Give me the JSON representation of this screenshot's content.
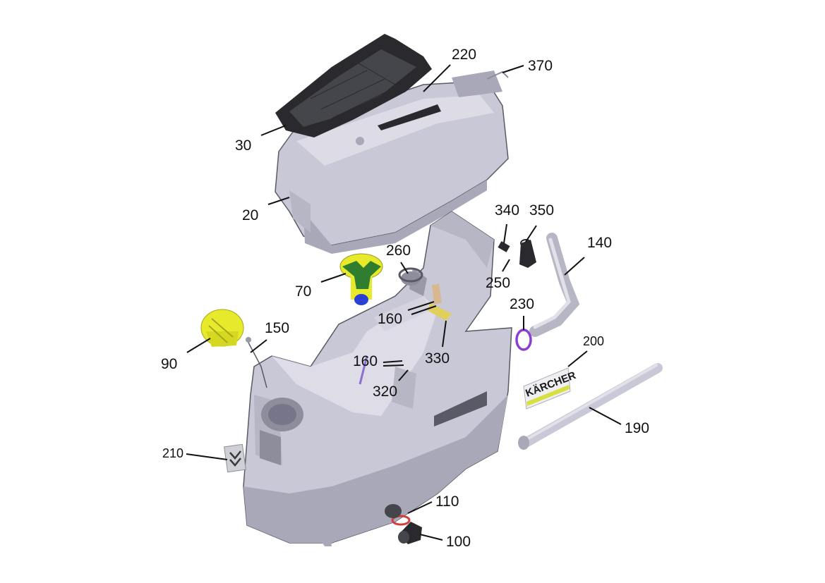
{
  "callouts": {
    "c220": "220",
    "c370": "370",
    "c30": "30",
    "c20": "20",
    "c340": "340",
    "c350": "350",
    "c140": "140",
    "c260": "260",
    "c70": "70",
    "c250": "250",
    "c230": "230",
    "c160a": "160",
    "c150": "150",
    "c90": "90",
    "c200": "200",
    "c160b": "160",
    "c330": "330",
    "c320": "320",
    "c190": "190",
    "c210": "210",
    "c110": "110",
    "c100": "100"
  },
  "label_200_text": "KÄRCHER",
  "colors": {
    "housing": "#c9c8d6",
    "housing_dark": "#a9a8b8",
    "housing_light": "#e2e1ea",
    "lid": "#2a2a2e",
    "cap_yellow": "#e6ea2a",
    "valve_green": "#2f7d2f",
    "valve_blue": "#2a3fd6",
    "ring_purple": "#8a3fd0",
    "seal_red": "#d04040"
  }
}
